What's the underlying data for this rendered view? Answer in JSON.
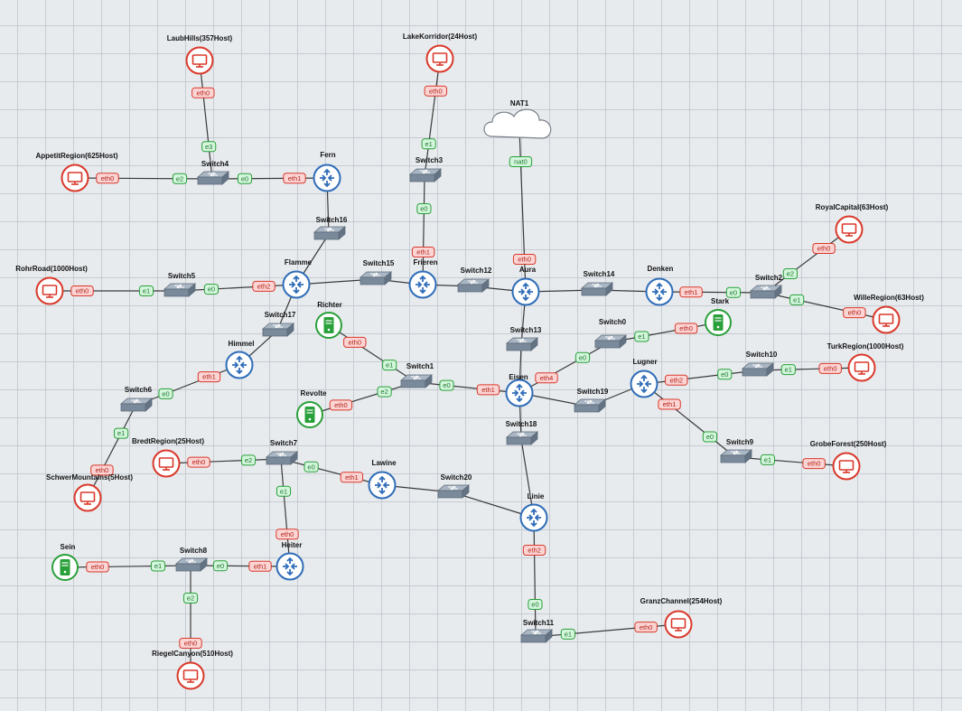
{
  "colors": {
    "canvas": "#e8ebee",
    "grid": "#c6ccd2",
    "link": "#3a3a3a",
    "router": "#2f6db8",
    "pc": "#d9392b",
    "server": "#2aa03a",
    "switch": "#7a8a9b",
    "iface_red_fill": "#fbd4d4",
    "iface_red_stroke": "#d9392b",
    "iface_green_fill": "#d3f5dc",
    "iface_green_stroke": "#2aa03a"
  },
  "nodes": [
    {
      "id": "laubhills",
      "type": "pc",
      "label": "LaubHills(357Host)"
    },
    {
      "id": "lakekorridor",
      "type": "pc",
      "label": "LakeKorridor(24Host)"
    },
    {
      "id": "nat1",
      "type": "cloud",
      "label": "NAT1"
    },
    {
      "id": "appetit",
      "type": "pc",
      "label": "AppetitRegion(625Host)"
    },
    {
      "id": "switch4",
      "type": "switch",
      "label": "Switch4"
    },
    {
      "id": "fern",
      "type": "router",
      "label": "Fern"
    },
    {
      "id": "switch3",
      "type": "switch",
      "label": "Switch3"
    },
    {
      "id": "switch16",
      "type": "switch",
      "label": "Switch16"
    },
    {
      "id": "royal",
      "type": "pc",
      "label": "RoyalCapital(63Host)"
    },
    {
      "id": "rohr",
      "type": "pc",
      "label": "RohrRoad(1000Host)"
    },
    {
      "id": "switch5",
      "type": "switch",
      "label": "Switch5"
    },
    {
      "id": "flamme",
      "type": "router",
      "label": "Flamme"
    },
    {
      "id": "switch15",
      "type": "switch",
      "label": "Switch15"
    },
    {
      "id": "frieren",
      "type": "router",
      "label": "Frieren"
    },
    {
      "id": "switch12",
      "type": "switch",
      "label": "Switch12"
    },
    {
      "id": "aura",
      "type": "router",
      "label": "Aura"
    },
    {
      "id": "switch14",
      "type": "switch",
      "label": "Switch14"
    },
    {
      "id": "denken",
      "type": "router",
      "label": "Denken"
    },
    {
      "id": "switch2",
      "type": "switch",
      "label": "Switch2"
    },
    {
      "id": "wille",
      "type": "pc",
      "label": "WilleRegion(63Host)"
    },
    {
      "id": "stark",
      "type": "server",
      "label": "Stark"
    },
    {
      "id": "switch17",
      "type": "switch",
      "label": "Switch17"
    },
    {
      "id": "richter",
      "type": "server",
      "label": "Richter"
    },
    {
      "id": "switch13",
      "type": "switch",
      "label": "Switch13"
    },
    {
      "id": "switch0",
      "type": "switch",
      "label": "Switch0"
    },
    {
      "id": "himmel",
      "type": "router",
      "label": "Himmel"
    },
    {
      "id": "turk",
      "type": "pc",
      "label": "TurkRegion(1000Host)"
    },
    {
      "id": "switch10",
      "type": "switch",
      "label": "Switch10"
    },
    {
      "id": "lugner",
      "type": "router",
      "label": "Lugner"
    },
    {
      "id": "switch1",
      "type": "switch",
      "label": "Switch1"
    },
    {
      "id": "eisen",
      "type": "router",
      "label": "Eisen"
    },
    {
      "id": "switch19",
      "type": "switch",
      "label": "Switch19"
    },
    {
      "id": "switch6",
      "type": "switch",
      "label": "Switch6"
    },
    {
      "id": "revolte",
      "type": "server",
      "label": "Revolte"
    },
    {
      "id": "switch18",
      "type": "switch",
      "label": "Switch18"
    },
    {
      "id": "bredt",
      "type": "pc",
      "label": "BredtRegion(25Host)"
    },
    {
      "id": "switch7",
      "type": "switch",
      "label": "Switch7"
    },
    {
      "id": "switch9",
      "type": "switch",
      "label": "Switch9"
    },
    {
      "id": "grobe",
      "type": "pc",
      "label": "GrobeForest(250Host)"
    },
    {
      "id": "lawine",
      "type": "router",
      "label": "Lawine"
    },
    {
      "id": "switch20",
      "type": "switch",
      "label": "Switch20"
    },
    {
      "id": "schwer",
      "type": "pc",
      "label": "SchwerMountains(5Host)"
    },
    {
      "id": "linie",
      "type": "router",
      "label": "Linie"
    },
    {
      "id": "sein",
      "type": "server",
      "label": "Sein"
    },
    {
      "id": "switch8",
      "type": "switch",
      "label": "Switch8"
    },
    {
      "id": "heiter",
      "type": "router",
      "label": "Heiter"
    },
    {
      "id": "granz",
      "type": "pc",
      "label": "GranzChannel(254Host)"
    },
    {
      "id": "switch11",
      "type": "switch",
      "label": "Switch11"
    },
    {
      "id": "riegel",
      "type": "pc",
      "label": "RiegelCanyon(510Host)"
    }
  ],
  "links": [
    {
      "a": "laubhills",
      "b": "switch4",
      "a_if": "eth0",
      "b_if": "e3"
    },
    {
      "a": "appetit",
      "b": "switch4",
      "a_if": "eth0",
      "b_if": "e2"
    },
    {
      "a": "switch4",
      "b": "fern",
      "a_if": "e0",
      "b_if": "eth1"
    },
    {
      "a": "fern",
      "b": "switch16",
      "a_if": "",
      "b_if": ""
    },
    {
      "a": "switch16",
      "b": "flamme",
      "a_if": "",
      "b_if": ""
    },
    {
      "a": "lakekorridor",
      "b": "switch3",
      "a_if": "eth0",
      "b_if": "e1"
    },
    {
      "a": "switch3",
      "b": "frieren",
      "a_if": "e0",
      "b_if": "eth1"
    },
    {
      "a": "nat1",
      "b": "aura",
      "a_if": "nat0",
      "b_if": "eth0"
    },
    {
      "a": "rohr",
      "b": "switch5",
      "a_if": "eth0",
      "b_if": "e1"
    },
    {
      "a": "switch5",
      "b": "flamme",
      "a_if": "e0",
      "b_if": "eth2"
    },
    {
      "a": "flamme",
      "b": "switch15",
      "a_if": "",
      "b_if": ""
    },
    {
      "a": "switch15",
      "b": "frieren",
      "a_if": "",
      "b_if": ""
    },
    {
      "a": "frieren",
      "b": "switch12",
      "a_if": "",
      "b_if": ""
    },
    {
      "a": "switch12",
      "b": "aura",
      "a_if": "",
      "b_if": ""
    },
    {
      "a": "aura",
      "b": "switch14",
      "a_if": "",
      "b_if": ""
    },
    {
      "a": "switch14",
      "b": "denken",
      "a_if": "",
      "b_if": ""
    },
    {
      "a": "denken",
      "b": "switch2",
      "a_if": "eth1",
      "b_if": "e0"
    },
    {
      "a": "switch2",
      "b": "royal",
      "a_if": "e2",
      "b_if": "eth0"
    },
    {
      "a": "switch2",
      "b": "wille",
      "a_if": "e1",
      "b_if": "eth0"
    },
    {
      "a": "flamme",
      "b": "switch17",
      "a_if": "",
      "b_if": ""
    },
    {
      "a": "switch17",
      "b": "himmel",
      "a_if": "",
      "b_if": ""
    },
    {
      "a": "himmel",
      "b": "switch6",
      "a_if": "eth1",
      "b_if": "e0"
    },
    {
      "a": "switch6",
      "b": "schwer",
      "a_if": "e1",
      "b_if": "eth0"
    },
    {
      "a": "aura",
      "b": "switch13",
      "a_if": "",
      "b_if": ""
    },
    {
      "a": "switch13",
      "b": "eisen",
      "a_if": "",
      "b_if": ""
    },
    {
      "a": "richter",
      "b": "switch1",
      "a_if": "eth0",
      "b_if": "e1"
    },
    {
      "a": "revolte",
      "b": "switch1",
      "a_if": "eth0",
      "b_if": "e2"
    },
    {
      "a": "switch1",
      "b": "eisen",
      "a_if": "e0",
      "b_if": "eth1"
    },
    {
      "a": "eisen",
      "b": "switch0",
      "a_if": "eth4",
      "b_if": "e0"
    },
    {
      "a": "switch0",
      "b": "stark",
      "a_if": "e1",
      "b_if": "eth0"
    },
    {
      "a": "eisen",
      "b": "switch19",
      "a_if": "",
      "b_if": ""
    },
    {
      "a": "switch19",
      "b": "lugner",
      "a_if": "",
      "b_if": ""
    },
    {
      "a": "lugner",
      "b": "switch10",
      "a_if": "eth2",
      "b_if": "e0"
    },
    {
      "a": "switch10",
      "b": "turk",
      "a_if": "e1",
      "b_if": "eth0"
    },
    {
      "a": "lugner",
      "b": "switch9",
      "a_if": "eth1",
      "b_if": "e0"
    },
    {
      "a": "switch9",
      "b": "grobe",
      "a_if": "e1",
      "b_if": "eth0"
    },
    {
      "a": "eisen",
      "b": "switch18",
      "a_if": "",
      "b_if": ""
    },
    {
      "a": "switch18",
      "b": "linie",
      "a_if": "",
      "b_if": ""
    },
    {
      "a": "bredt",
      "b": "switch7",
      "a_if": "eth0",
      "b_if": "e2"
    },
    {
      "a": "switch7",
      "b": "lawine",
      "a_if": "e0",
      "b_if": "eth1"
    },
    {
      "a": "switch7",
      "b": "heiter",
      "a_if": "e1",
      "b_if": "eth0"
    },
    {
      "a": "lawine",
      "b": "switch20",
      "a_if": "",
      "b_if": ""
    },
    {
      "a": "switch20",
      "b": "linie",
      "a_if": "",
      "b_if": ""
    },
    {
      "a": "linie",
      "b": "switch11",
      "a_if": "eth2",
      "b_if": "e0"
    },
    {
      "a": "switch11",
      "b": "granz",
      "a_if": "e1",
      "b_if": "eth0"
    },
    {
      "a": "sein",
      "b": "switch8",
      "a_if": "eth0",
      "b_if": "e1"
    },
    {
      "a": "switch8",
      "b": "heiter",
      "a_if": "e0",
      "b_if": "eth1"
    },
    {
      "a": "switch8",
      "b": "riegel",
      "a_if": "e2",
      "b_if": "eth0"
    }
  ]
}
